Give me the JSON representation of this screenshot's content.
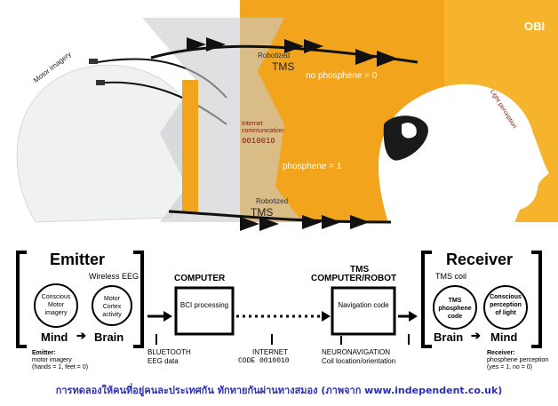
{
  "photo": {
    "motor_imagery": "Motor imagery",
    "internet_communication": "Internet communication",
    "code": "0010010",
    "robot_left_top": "Robotized",
    "robot_right_bottom": "Robotized",
    "tms_top": "TMS",
    "tms_bottom": "TMS",
    "no_phosphene": "no phosphene = 0",
    "phosphene": "phosphene = 1",
    "light_perception": "Light perception",
    "logo": "OBI"
  },
  "emitter": {
    "title": "Emitter",
    "wireless": "Wireless EEG",
    "circle1": "Conscious Motor imagery",
    "circle2": "Motor Cortex activity",
    "mind": "Mind",
    "brain": "Brain",
    "footnote_title": "Emitter:",
    "footnote_l1": "motor imagery",
    "footnote_l2": "(hands = 1, feet = 0)"
  },
  "computer": {
    "title": "COMPUTER",
    "box": "BCI processing",
    "bluetooth": "BLUETOOTH",
    "eeg": "EEG data"
  },
  "internet": {
    "label": "INTERNET",
    "code": "CODE 0010010"
  },
  "tms_robot": {
    "title1": "TMS",
    "title2": "COMPUTER/ROBOT",
    "box": "Navigation code",
    "neuro": "NEURONAVIGATION",
    "coil": "Coil location/orientation"
  },
  "receiver": {
    "title": "Receiver",
    "coil": "TMS coil",
    "circle1": "TMS phosphene code",
    "circle2": "Conscious perception of light",
    "brain": "Brain",
    "mind": "Mind",
    "footnote_title": "Receiver:",
    "footnote_l1": "phosphene perception",
    "footnote_l2": "(yes = 1, no = 0)"
  },
  "caption": "การทดลองให้คนที่อยู่คนละประเทศกัน ทักทายกันผ่านทางสมอง (ภาพจาก www.independent.co.uk)",
  "colors": {
    "orange": "#f2a51c",
    "caption_blue": "#2b2fb5",
    "black": "#000000"
  }
}
